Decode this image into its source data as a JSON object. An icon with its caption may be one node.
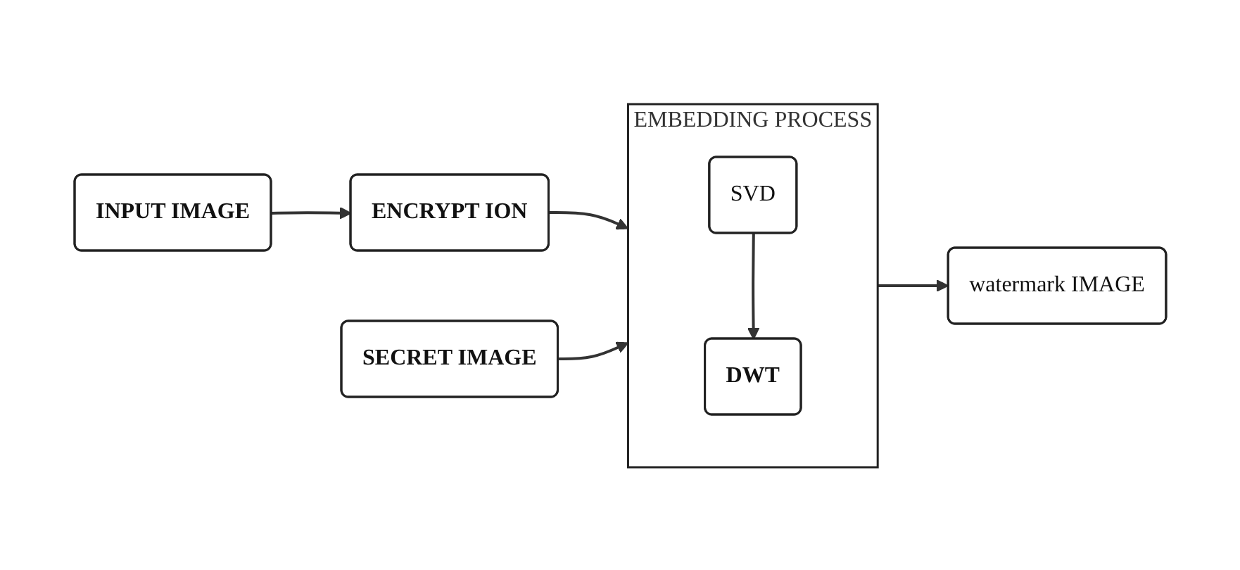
{
  "diagram": {
    "nodes": [
      {
        "text": [
          "SECRET IMAGE"
        ]
      },
      {
        "text": [
          "INPUT IMAGE"
        ]
      },
      {
        "text": [
          "ENCRYPT ION"
        ]
      },
      {
        "text": [
          "EMBEDDING PROCESS"
        ]
      },
      {
        "text": [
          "SVD"
        ],
        "in": 3
      },
      {
        "text": [
          "DWT"
        ],
        "in": 3
      },
      {
        "text": [
          "watermark IMAGE"
        ]
      }
    ],
    "edges": [
      {
        "from": 1,
        "to": 2,
        "arrow": "to"
      },
      {
        "from": 2,
        "to": 3,
        "arrow": "to"
      },
      {
        "from": 0,
        "to": 3,
        "arrow": "to"
      },
      {
        "from": 4,
        "to": 5,
        "arrow": "to"
      },
      {
        "from": 3,
        "to": 6,
        "arrow": "to"
      }
    ]
  }
}
